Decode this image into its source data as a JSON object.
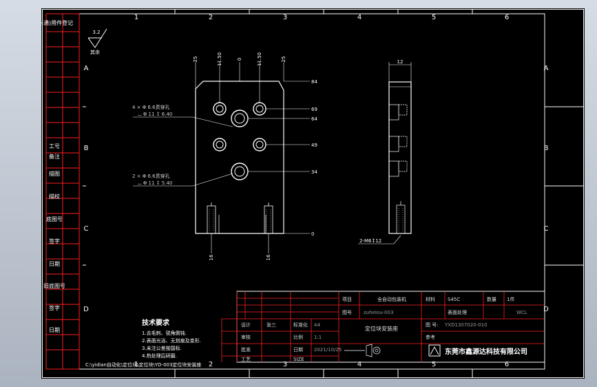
{
  "colors": {
    "background": "#000000",
    "frame": "#ffffff",
    "border_grid": "#ff2020",
    "text_white": "#ffffff",
    "text_label": "#c8c8c8",
    "title_text": "#bfbfbf"
  },
  "zones": {
    "top": [
      "1",
      "2",
      "3",
      "4",
      "5",
      "6"
    ],
    "bottom": [
      "1",
      "2",
      "3",
      "4",
      "5",
      "6"
    ],
    "left": [
      "A",
      "B",
      "C",
      "D"
    ],
    "right": [
      "A",
      "B",
      "C",
      "D"
    ]
  },
  "side_strip": {
    "top_label": "借(通)用件登记",
    "labels": [
      "工号",
      "备注",
      "描图",
      "描校",
      "底图号",
      "签字",
      "日期"
    ],
    "lower_labels": [
      "旧底图号",
      "签字",
      "日期"
    ]
  },
  "roughness": {
    "value": "3.2",
    "note": "其余"
  },
  "front_view": {
    "top_dims": [
      "25",
      "11.50",
      "0",
      "11.50",
      "25"
    ],
    "right_dims": [
      "84",
      "69",
      "64",
      "49",
      "34",
      "0"
    ],
    "bottom_dims": [
      "16",
      "16"
    ],
    "note1": [
      "4 × Φ  6.6贯穿孔",
      "⌴ Φ 11 ↧ 6.40"
    ],
    "note2": [
      "2 × Φ  6.6贯穿孔",
      "⌴ Φ 11 ↧ 5.40"
    ]
  },
  "side_view": {
    "top_dim": "12",
    "thread_note": "2-M6↧12"
  },
  "tech_req": {
    "title": "技术要求",
    "lines": [
      "1.去毛刺、锐角倒钝.",
      "2.表面光洁、无划痕及变形.",
      "3.未注公差按国标.",
      "4.热处理后研磨."
    ]
  },
  "title_block": {
    "project_label": "项目",
    "project_value": "全自动包装机",
    "material_label": "材料",
    "material_value": "S45C",
    "qty_label": "数量",
    "qty_value": "1件",
    "code_label": "图号",
    "code_value": "zuhelou-003",
    "surface_label": "表面处理",
    "surface_value": "WCL",
    "part_name": "定位块安装座",
    "drawing_no_label": "图  号:",
    "drawing_no_value": "YXD1307020-010",
    "design_label": "设计",
    "designer": "张三",
    "check_label": "审核",
    "approve_label": "批准",
    "process_label": "工艺",
    "standard_label": "标准化",
    "scale_label": "比例",
    "scale_value": "1:1",
    "date_label": "日期",
    "date_value": "2021/10/25",
    "size_label": "SIZE",
    "size_value": "A4",
    "ref_label": "参考",
    "company": "东莞市鑫源达科技有限公司"
  },
  "file_path": "C:\\yidian自动化\\定位块\\定位块\\YD-003定位块安装座"
}
